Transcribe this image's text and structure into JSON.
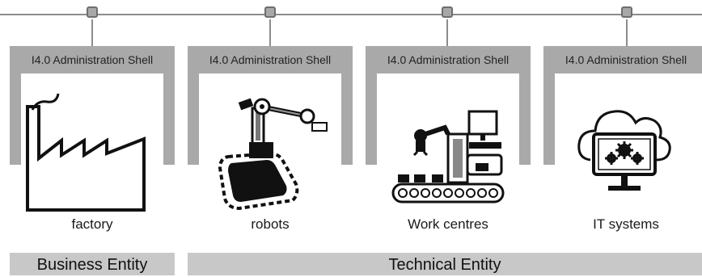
{
  "shells": [
    {
      "title": "I4.0 Administration Shell",
      "entity": "factory",
      "icon": "factory-icon"
    },
    {
      "title": "I4.0 Administration Shell",
      "entity": "robots",
      "icon": "robot-icon"
    },
    {
      "title": "I4.0 Administration Shell",
      "entity": "Work centres",
      "icon": "work-centre-icon"
    },
    {
      "title": "I4.0 Administration Shell",
      "entity": "IT systems",
      "icon": "it-systems-icon"
    }
  ],
  "footer": {
    "business": "Business Entity",
    "technical": "Technical Entity"
  },
  "colors": {
    "frame": "#a9a9a9",
    "footer": "#c8c8c8",
    "line": "#8c8c8c"
  }
}
